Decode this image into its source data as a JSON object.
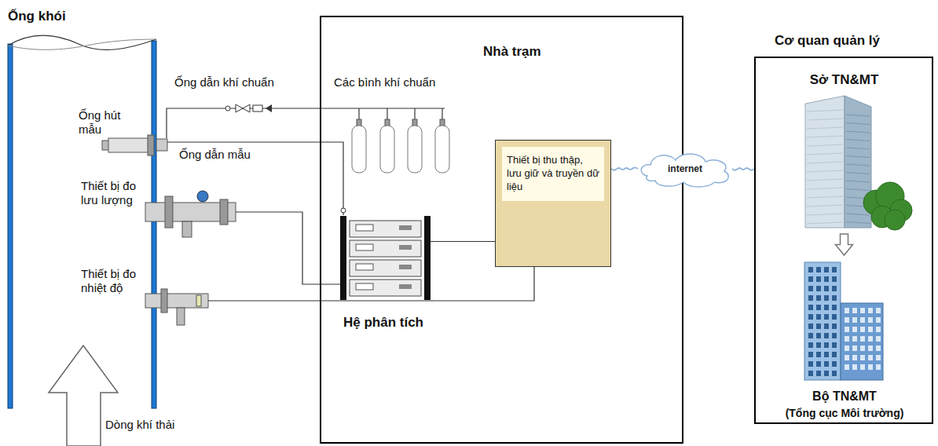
{
  "diagram": {
    "nodes": [
      {
        "text": [
          "Ống khói"
        ]
      },
      {
        "text": [
          "Nhà trạm"
        ]
      },
      {
        "text": [
          "Hệ phân tích"
        ],
        "in": 1
      },
      {
        "text": [
          "Thiết bị thu thập, lưu giữ và truyền dữ liệu"
        ],
        "in": 1
      },
      {
        "text": [
          "internet"
        ]
      },
      {
        "text": [
          "Cơ quan quản lý"
        ]
      },
      {
        "text": [
          "Sở TN&MT"
        ],
        "in": 5
      },
      {
        "text": [
          "Bộ TN&MT",
          "(Tổng cục Môi trường)"
        ],
        "in": 5
      }
    ],
    "edges": [
      {
        "from": 2,
        "to": 3,
        "arrow": "none"
      },
      {
        "from": 3,
        "to": 4,
        "arrow": "none"
      },
      {
        "from": 4,
        "to": 5,
        "arrow": "none"
      },
      {
        "from": 6,
        "to": 7,
        "arrow": "to"
      }
    ],
    "labels": [
      "Ống dẫn khí chuẩn",
      "Các bình khí chuẩn",
      "Ống hút mẫu",
      "Ống dẫn mẫu",
      "Thiết bị đo lưu lượng",
      "Thiết bị đo nhiệt độ",
      "Dòng khí thải"
    ]
  }
}
